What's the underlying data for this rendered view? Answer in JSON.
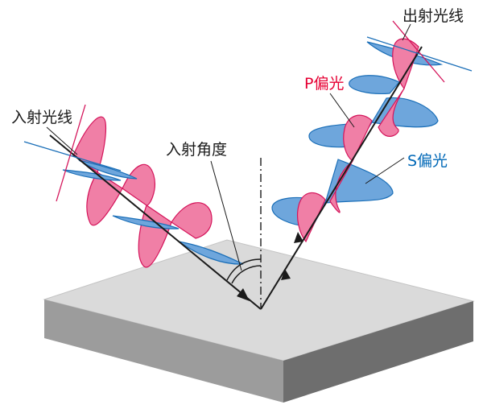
{
  "labels": {
    "incident_ray": "入射光线",
    "outgoing_ray": "出射光线",
    "incident_angle": "入射角度",
    "p_polarized": "P偏光",
    "s_polarized": "S偏光"
  },
  "colors": {
    "p_fill": "#f07fa6",
    "p_stroke": "#d4145a",
    "s_fill": "#6ea6dc",
    "s_stroke": "#1b6fb8",
    "p_text": "#e60033",
    "s_text": "#0068b7",
    "surface_top": "#dcdcdc",
    "surface_front": "#9b9b9b",
    "surface_side": "#6d6d6d"
  }
}
